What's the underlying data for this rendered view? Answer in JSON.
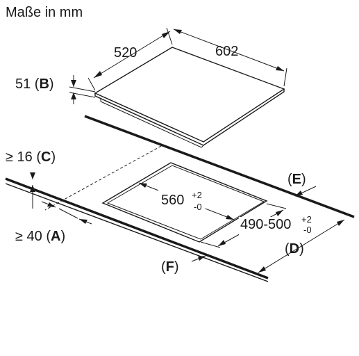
{
  "header": {
    "units": "Maße in mm"
  },
  "hob": {
    "width": "520",
    "depth": "602",
    "height": "51",
    "height_ref": "B"
  },
  "cutout": {
    "width": "560",
    "width_tol_plus": "+2",
    "width_tol_minus": "-0",
    "depth": "490-500",
    "depth_tol_plus": "+2",
    "depth_tol_minus": "-0"
  },
  "clearances": {
    "min_thickness_prefix": "≥ 16",
    "min_thickness_ref": "C",
    "min_front_prefix": "≥ 40",
    "min_front_ref": "A",
    "ref_d": "D",
    "ref_e": "E",
    "ref_f": "F"
  }
}
